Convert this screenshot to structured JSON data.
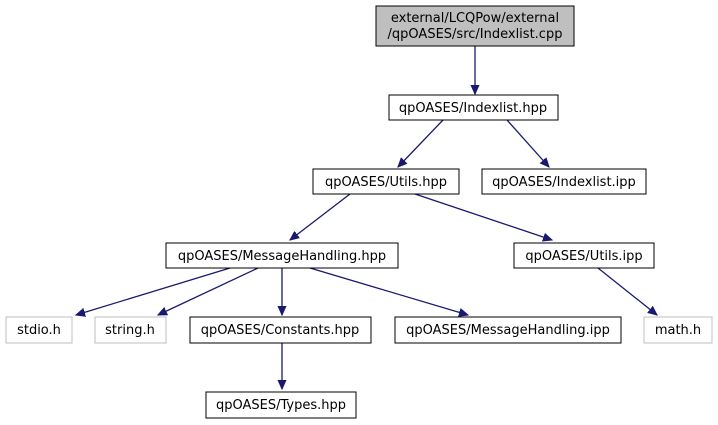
{
  "colors": {
    "root_fill": "#bfbfbf",
    "node_stroke": "#000000",
    "missing_stroke": "#bfbfbf",
    "edge": "#191970",
    "text": "#000000"
  },
  "nodes": {
    "root": {
      "line1": "external/LCQPow/external",
      "line2": "/qpOASES/src/Indexlist.cpp"
    },
    "indexlist_hpp": {
      "label": "qpOASES/Indexlist.hpp"
    },
    "utils_hpp": {
      "label": "qpOASES/Utils.hpp"
    },
    "indexlist_ipp": {
      "label": "qpOASES/Indexlist.ipp"
    },
    "messagehandling_hpp": {
      "label": "qpOASES/MessageHandling.hpp"
    },
    "utils_ipp": {
      "label": "qpOASES/Utils.ipp"
    },
    "stdio_h": {
      "label": "stdio.h"
    },
    "string_h": {
      "label": "string.h"
    },
    "constants_hpp": {
      "label": "qpOASES/Constants.hpp"
    },
    "messagehandling_ipp": {
      "label": "qpOASES/MessageHandling.ipp"
    },
    "math_h": {
      "label": "math.h"
    },
    "types_hpp": {
      "label": "qpOASES/Types.hpp"
    }
  }
}
